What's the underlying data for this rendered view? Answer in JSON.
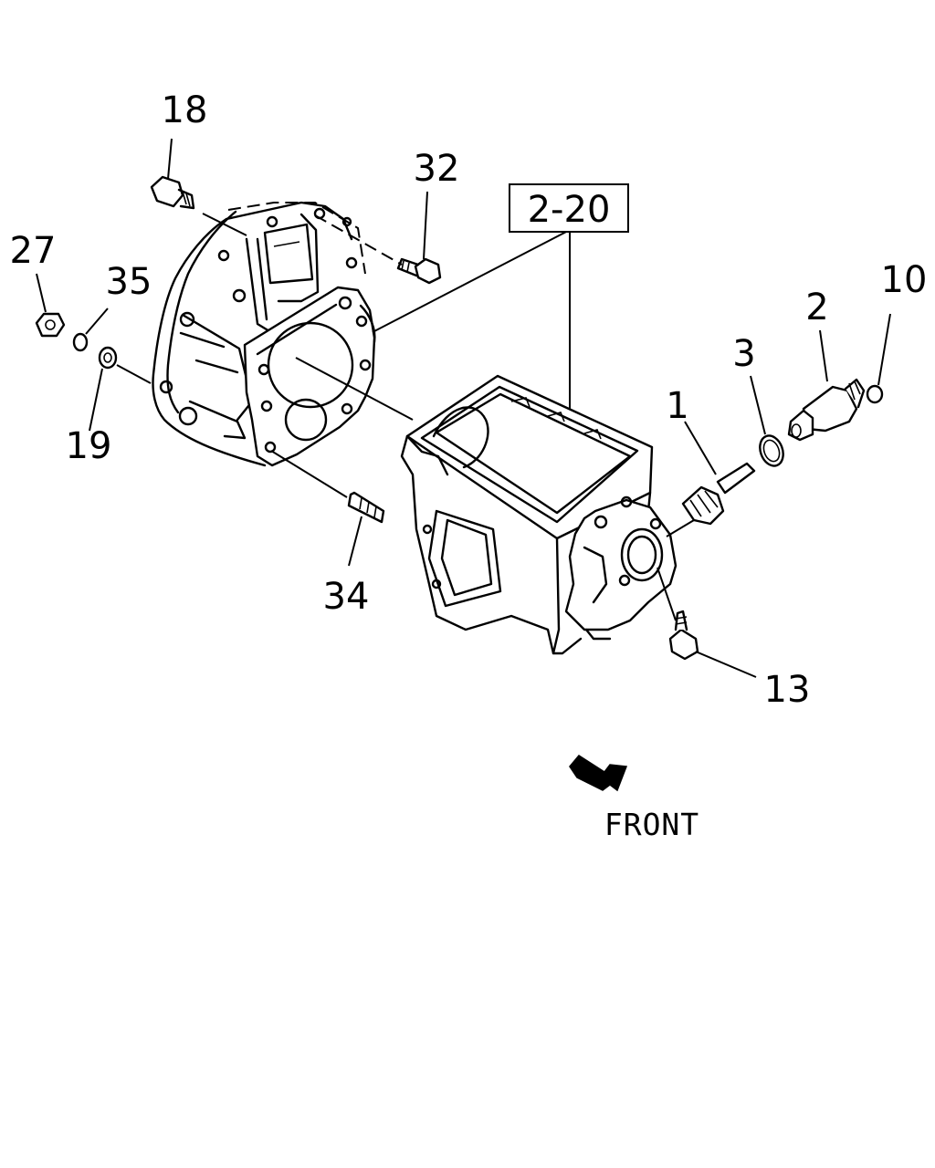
{
  "reference_label": "2-20",
  "direction_label": "FRONT",
  "callouts": {
    "c18": "18",
    "c32": "32",
    "c27": "27",
    "c35": "35",
    "c19": "19",
    "c34": "34",
    "c2": "2",
    "c10": "10",
    "c3": "3",
    "c1": "1",
    "c13": "13"
  }
}
